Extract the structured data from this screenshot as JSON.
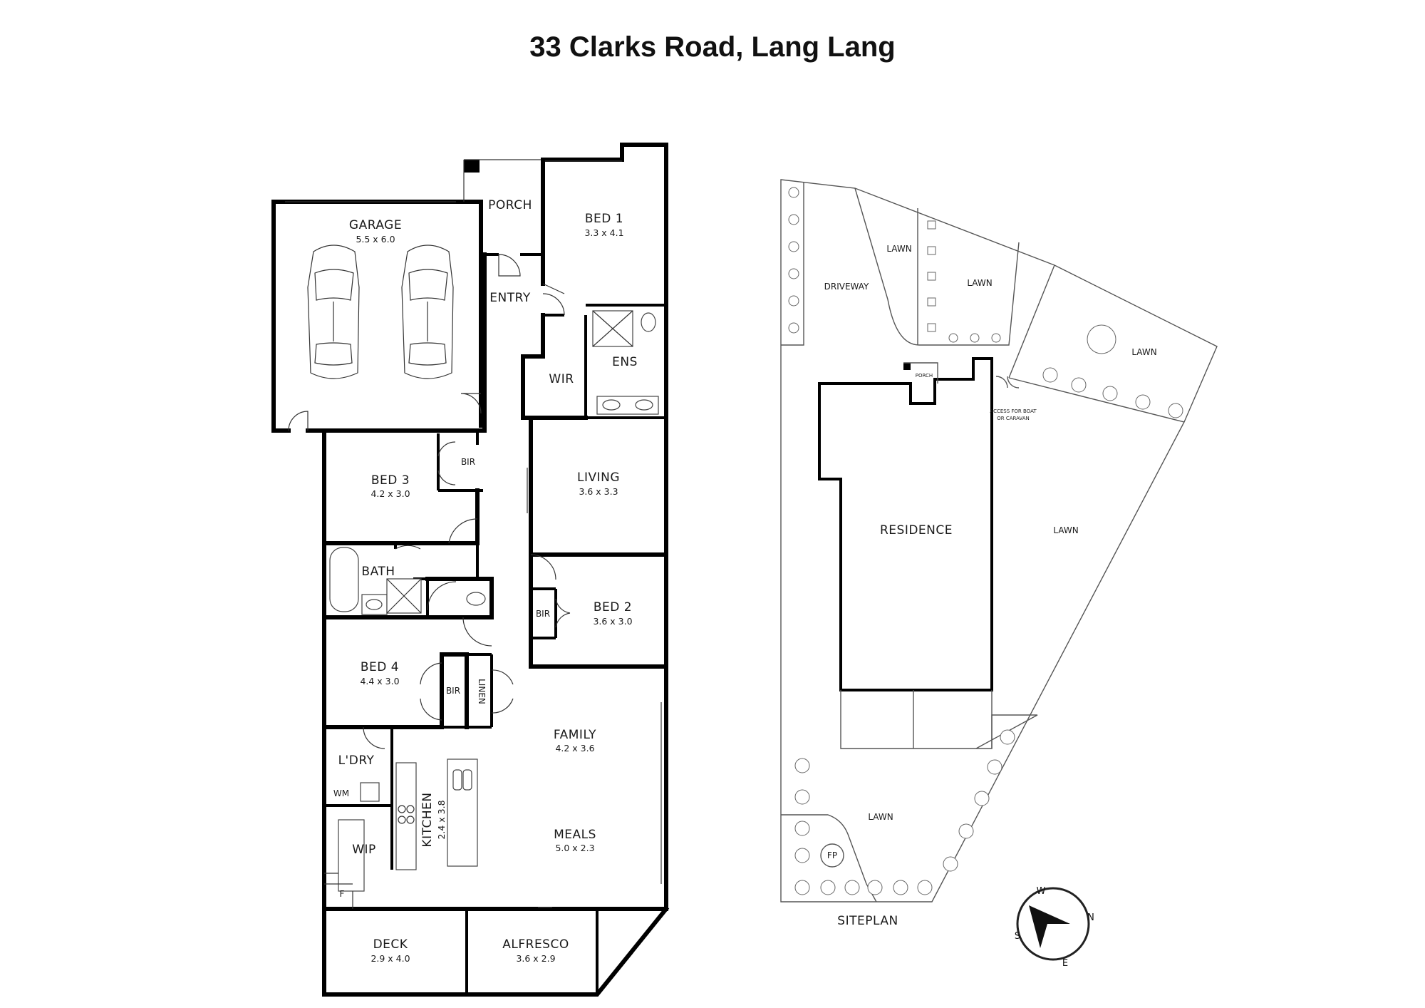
{
  "title": "33 Clarks Road, Lang Lang",
  "floorplan": {
    "rooms": [
      {
        "name": "GARAGE",
        "dims": "5.5 x 6.0"
      },
      {
        "name": "PORCH"
      },
      {
        "name": "BED 1",
        "dims": "3.3 x 4.1"
      },
      {
        "name": "ENTRY"
      },
      {
        "name": "WIR"
      },
      {
        "name": "ENS"
      },
      {
        "name": "BED 3",
        "dims": "4.2 x 3.0"
      },
      {
        "name": "BIR"
      },
      {
        "name": "LIVING",
        "dims": "3.6 x 3.3"
      },
      {
        "name": "BATH"
      },
      {
        "name": "BED 2",
        "dims": "3.6 x 3.0"
      },
      {
        "name": "BIR"
      },
      {
        "name": "BED 4",
        "dims": "4.4 x 3.0"
      },
      {
        "name": "BIR"
      },
      {
        "name": "LINEN"
      },
      {
        "name": "FAMILY",
        "dims": "4.2 x 3.6"
      },
      {
        "name": "L'DRY"
      },
      {
        "name": "WM"
      },
      {
        "name": "KITCHEN",
        "dims": "2.4 x 3.8"
      },
      {
        "name": "WIP"
      },
      {
        "name": "F"
      },
      {
        "name": "MEALS",
        "dims": "5.0 x 2.3"
      },
      {
        "name": "DECK",
        "dims": "2.9 x 4.0"
      },
      {
        "name": "ALFRESCO",
        "dims": "3.6 x 2.9"
      }
    ]
  },
  "siteplan": {
    "caption": "SITEPLAN",
    "labels": {
      "driveway": "DRIVEWAY",
      "lawn_1": "LAWN",
      "lawn_2": "LAWN",
      "lawn_3": "LAWN",
      "lawn_east": "LAWN",
      "lawn_south": "LAWN",
      "residence": "RESIDENCE",
      "porch": "PORCH",
      "access_line1": "ACCESS FOR BOAT",
      "access_line2": "OR CARAVAN",
      "fireplace": "FP"
    }
  },
  "compass": {
    "w": "W",
    "n": "N",
    "s": "S",
    "e": "E",
    "icon": "compass-arrow-icon"
  },
  "icons": {
    "car": "car-icon",
    "tree": "tree-icon",
    "shrub": "shrub-icon"
  }
}
